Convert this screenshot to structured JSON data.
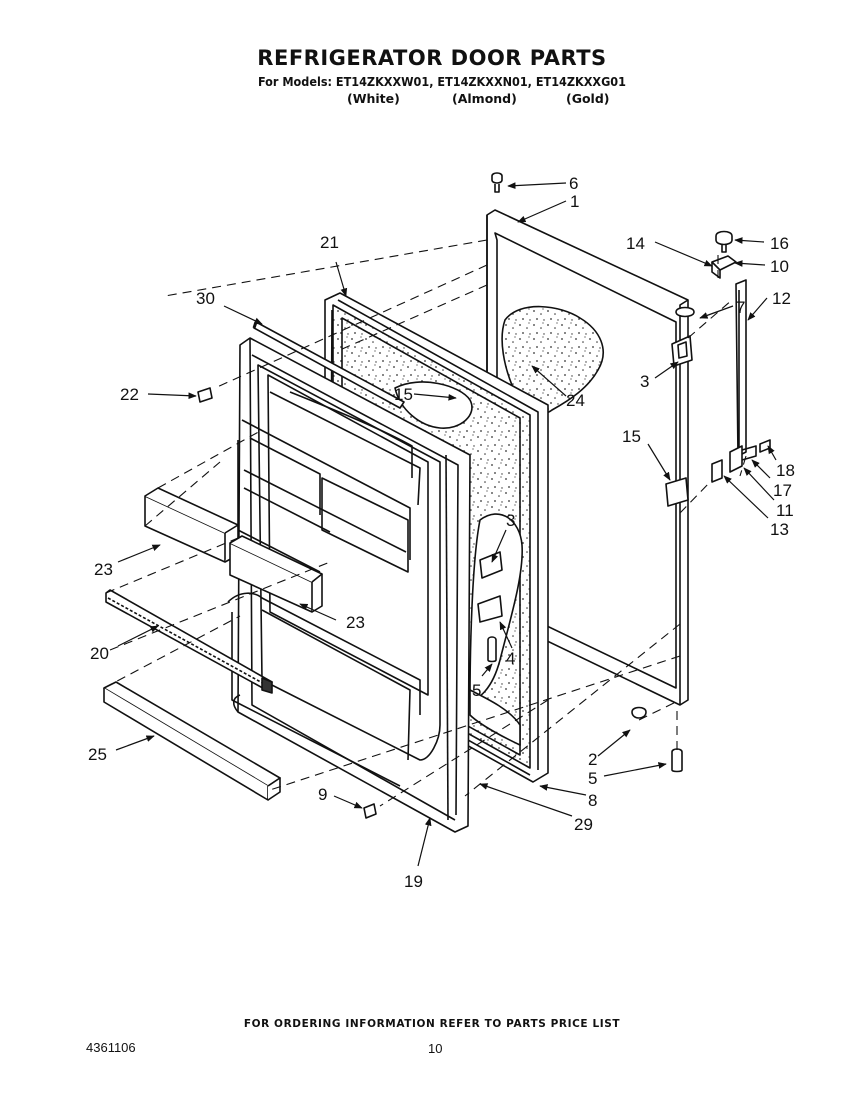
{
  "header": {
    "title": "REFRIGERATOR DOOR PARTS",
    "models_line": "For Models: ET14ZKXXW01, ET14ZKXXN01, ET14ZKXXG01",
    "variants": [
      "(White)",
      "(Almond)",
      "(Gold)"
    ]
  },
  "callouts": {
    "c1": "1",
    "c2": "2",
    "c3a": "3",
    "c3b": "3",
    "c4": "4",
    "c5a": "5",
    "c5b": "5",
    "c6": "6",
    "c7": "7",
    "c8": "8",
    "c9": "9",
    "c10": "10",
    "c11": "11",
    "c12": "12",
    "c13": "13",
    "c14": "14",
    "c15a": "15",
    "c15b": "15",
    "c16": "16",
    "c17": "17",
    "c18": "18",
    "c19": "19",
    "c20": "20",
    "c21": "21",
    "c22": "22",
    "c23a": "23",
    "c23b": "23",
    "c24": "24",
    "c25": "25",
    "c29": "29",
    "c30": "30"
  },
  "footer": {
    "ordering_note": "FOR ORDERING INFORMATION REFER TO PARTS PRICE LIST",
    "doc_number": "4361106",
    "page_number": "10"
  }
}
